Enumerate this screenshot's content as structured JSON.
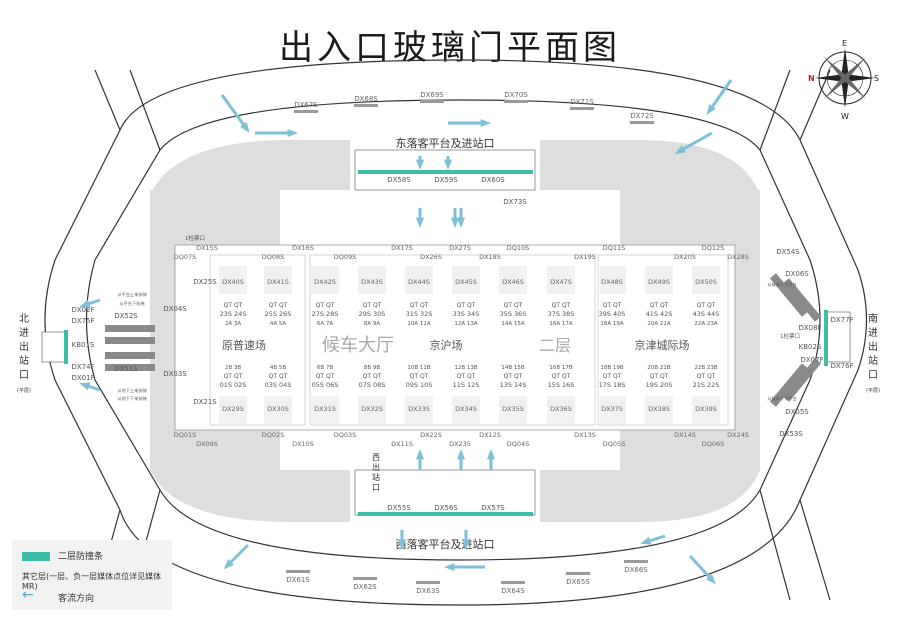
{
  "title": "出入口玻璃门平面图",
  "compass": {
    "n": "N",
    "e": "E",
    "s": "S",
    "w": "W"
  },
  "colors": {
    "barrier": "#3dbda6",
    "flow": "#7ec0d8",
    "gray": "#dcdcdc",
    "gate": "#555555"
  },
  "areas": {
    "east_platform": "东落客平台及进站口",
    "west_platform": "西落客平台及进站口",
    "hall": "候车大厅",
    "jinghu": "京沪场",
    "second_floor": "二层",
    "jingjin": "京津城际场",
    "yuanpu": "原普速场",
    "north": [
      "北",
      "进",
      "出",
      "站",
      "口"
    ],
    "north_sub": "(平层)",
    "south": [
      "南",
      "进",
      "出",
      "站",
      "口"
    ],
    "south_sub": "(平层)",
    "west_exit": [
      "西",
      "出",
      "站",
      "口"
    ]
  },
  "outer_labels": [
    "DX67S",
    "DX68S",
    "DX69S",
    "DX70S",
    "DX71S",
    "DX72S",
    "DX61S",
    "DX62S",
    "DX63S",
    "DX64S",
    "DX65S",
    "DX66S"
  ],
  "east_gates": [
    "DX58S",
    "DX59S",
    "DX60S"
  ],
  "west_gates": [
    "DX55S",
    "DX56S",
    "DX57S"
  ],
  "top_row": [
    "DQ07S",
    "DX15S",
    "DQ08S",
    "DX16S",
    "DQ09S",
    "DX17S",
    "DX26S",
    "DX27S",
    "DX18S",
    "DQ10S",
    "DX19S",
    "DQ11S",
    "DX20S",
    "DQ12S",
    "DX28S"
  ],
  "bottom_row": [
    "DQ01S",
    "DX09S",
    "DQ02S",
    "DX10S",
    "DQ03S",
    "DX11S",
    "DX22S",
    "DX23S",
    "DX12S",
    "DQ04S",
    "DX13S",
    "DQ05S",
    "DX14S",
    "DQ06S",
    "DX24S"
  ],
  "stair_top": [
    "DX40S",
    "DX41S",
    "DX42S",
    "DX43S",
    "DX44S",
    "DX45S",
    "DX46S",
    "DX47S",
    "DX48S",
    "DX49S",
    "DX50S"
  ],
  "stair_bottom": [
    "DX29S",
    "DX30S",
    "DX31S",
    "DX32S",
    "DX33S",
    "DX34S",
    "DX35S",
    "DX36S",
    "DX37S",
    "DX38S",
    "DX39S"
  ],
  "qt_top": [
    "23S 24S",
    "25S 26S",
    "27S 28S",
    "29S 30S",
    "31S 32S",
    "33S 34S",
    "35S 36S",
    "37S 38S",
    "39S 40S",
    "41S 42S",
    "43S 44S"
  ],
  "platform_top": [
    "2A 3A",
    "4A 5A",
    "6A 7A",
    "8A 9A",
    "10A 11A",
    "12A 13A",
    "14A 15A",
    "16A 17A",
    "18A 19A",
    "20A 21A",
    "22A 23A"
  ],
  "platform_bottom": [
    "2B 3B",
    "4B 5B",
    "6B 7B",
    "8B 9B",
    "10B 11B",
    "12B 13B",
    "14B 15B",
    "16B 17B",
    "18B 19B",
    "20B 21B",
    "22B 23B"
  ],
  "qt_bottom": [
    "01S 02S",
    "03S 04S",
    "05S 06S",
    "07S 08S",
    "09S 10S",
    "11S 12S",
    "13S 14S",
    "15S 16S",
    "17S 18S",
    "19S 20S",
    "21S 22S"
  ],
  "north_labels": [
    "DX52S",
    "DX04S",
    "DX02F",
    "DX75F",
    "KB01S",
    "DX74F",
    "DX01F",
    "DX51S",
    "DX03S",
    "DX25S",
    "DX21S"
  ],
  "south_labels": [
    "DX54S",
    "DX06S",
    "DX77F",
    "DX08F",
    "KB02S",
    "DX07F",
    "DX76F",
    "DX05S",
    "DX53S"
  ],
  "misc_labels": [
    "DX73S",
    "1检票口",
    "1检票口"
  ],
  "escalator_notes": [
    "从平台上来扶梯",
    "从平台下扶梯",
    "从地下上来扶梯",
    "从地下下来扶梯",
    "从候车厅下平台",
    "从候车厅下平台"
  ],
  "legend": {
    "barrier": "二层防撞条",
    "note": "其它层(一层、负一层媒体点位详见媒体MR)",
    "flow": "客流方向"
  }
}
